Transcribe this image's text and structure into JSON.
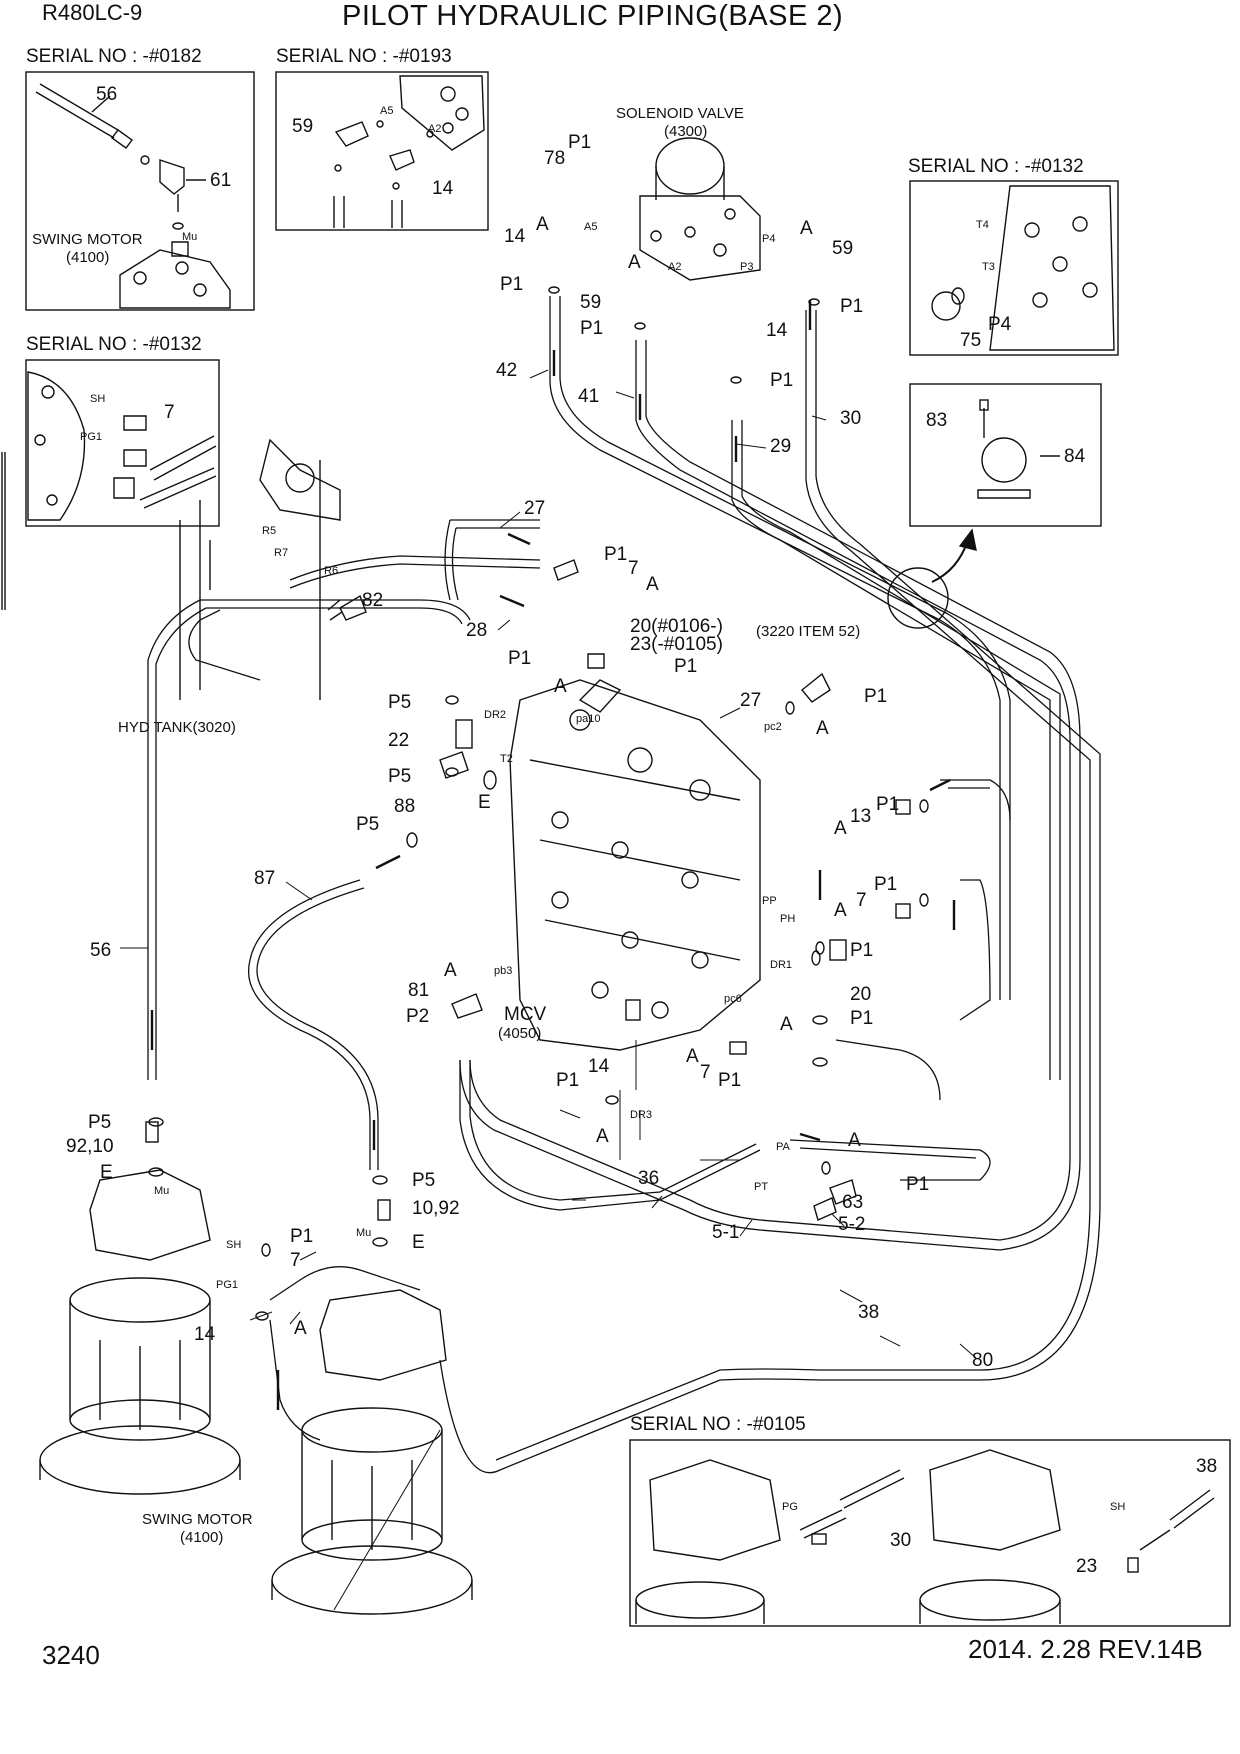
{
  "header": {
    "model": "R480LC-9",
    "title": "PILOT HYDRAULIC PIPING(BASE 2)"
  },
  "footer": {
    "page_number": "3240",
    "revision": "2014. 2.28  REV.14B"
  },
  "insets": {
    "serial_0182": {
      "title": "SERIAL NO : -#0182",
      "labels": [
        "56",
        "61"
      ],
      "caption": "SWING MOTOR",
      "caption_code": "(4100)",
      "port": "Mu"
    },
    "serial_0193": {
      "title": "SERIAL NO : -#0193",
      "labels": [
        "59",
        "14"
      ],
      "ports": [
        "A5",
        "A2"
      ]
    },
    "serial_0132_left": {
      "title": "SERIAL NO : -#0132",
      "labels": [
        "7"
      ],
      "ports": [
        "SH",
        "PG1"
      ]
    },
    "serial_0132_right": {
      "title": "SERIAL NO : -#0132",
      "labels": [
        "75",
        "P4"
      ],
      "ports": [
        "T4",
        "T3"
      ]
    },
    "clamp": {
      "labels": [
        "83",
        "84"
      ]
    },
    "serial_0105": {
      "title": "SERIAL NO : -#0105",
      "labels": [
        "30",
        "38",
        "23"
      ],
      "ports": [
        "PG",
        "SH"
      ]
    }
  },
  "components": {
    "solenoid_valve": {
      "name": "SOLENOID VALVE",
      "code": "(4300)"
    },
    "hyd_tank": {
      "name": "HYD TANK(3020)"
    },
    "mcv": {
      "name": "MCV",
      "code": "(4050)"
    },
    "swing_motor": {
      "name": "SWING MOTOR",
      "code": "(4100)"
    },
    "item_ref": "(3220 ITEM 52)"
  },
  "callouts": [
    "78",
    "P1",
    "A5",
    "A",
    "14",
    "P1",
    "59",
    "P1",
    "A2",
    "A",
    "P4",
    "P3",
    "59",
    "P1",
    "A",
    "14",
    "P1",
    "42",
    "41",
    "29",
    "30",
    "27",
    "P1",
    "7",
    "A",
    "20(#0106-)",
    "23(-#0105)",
    "28",
    "P1",
    "A",
    "P1",
    "82",
    "R5",
    "R7",
    "R6",
    "P5",
    "22",
    "P5",
    "88",
    "E",
    "T2",
    "DR2",
    "pa10",
    "27",
    "pc2",
    "A",
    "P1",
    "P5",
    "87",
    "56",
    "A",
    "13",
    "P1",
    "A",
    "7",
    "P1",
    "PP",
    "PH",
    "DR1",
    "P1",
    "20",
    "P1",
    "A",
    "81",
    "A",
    "pb3",
    "P2",
    "pc6",
    "A",
    "7",
    "P1",
    "14",
    "P1",
    "A",
    "DR3",
    "PA",
    "A",
    "63",
    "P1",
    "PT",
    "36",
    "5-1",
    "5-2",
    "P5",
    "92,10",
    "E",
    "Mu",
    "P5",
    "10,92",
    "Mu",
    "E",
    "P1",
    "7",
    "SH",
    "PG1",
    "14",
    "A",
    "38",
    "80"
  ]
}
